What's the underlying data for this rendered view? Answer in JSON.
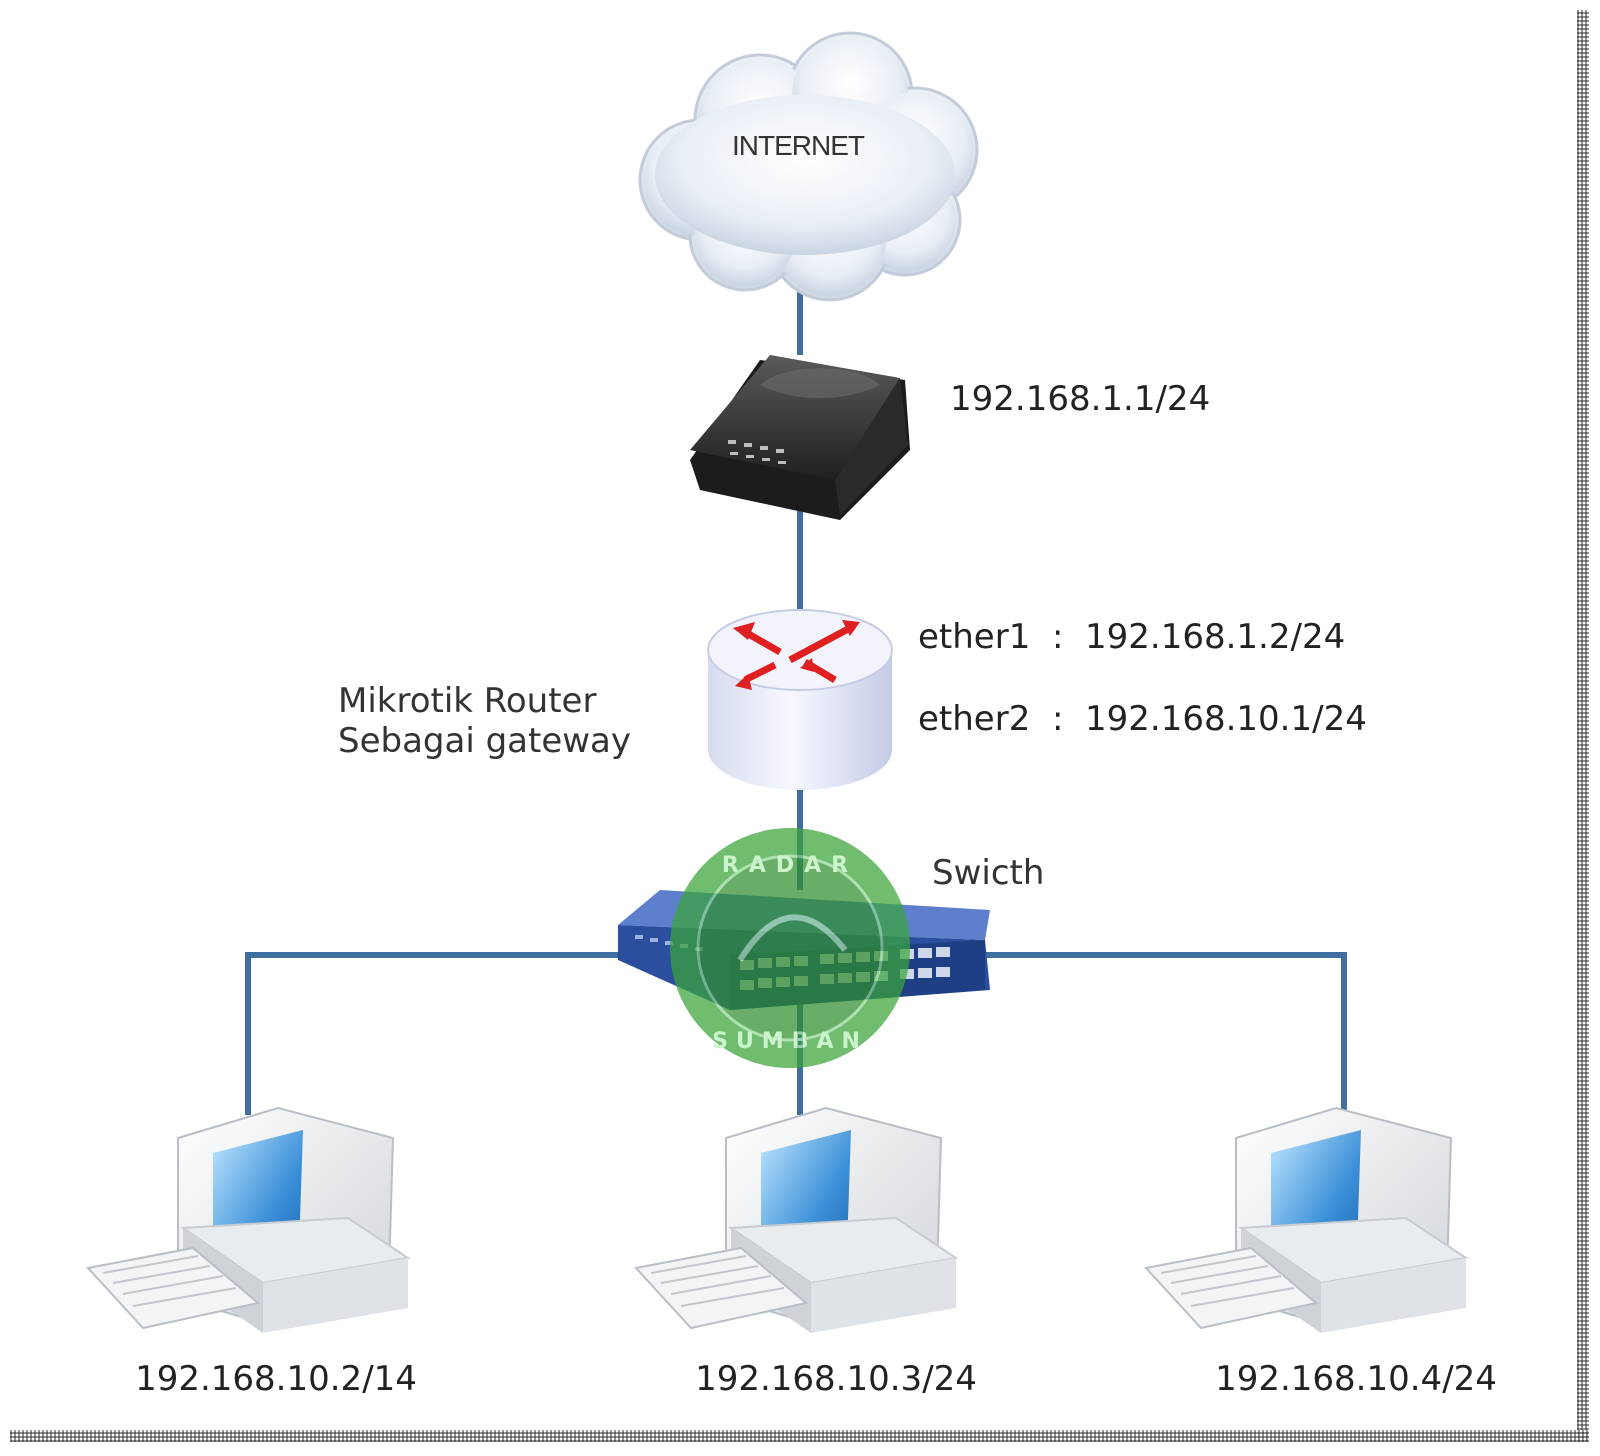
{
  "internet": {
    "label": "INTERNET"
  },
  "modem": {
    "ip": "192.168.1.1/24"
  },
  "router": {
    "name_line1": "Mikrotik Router",
    "name_line2": "Sebagai gateway",
    "ether1": "ether1  :  192.168.1.2/24",
    "ether2": "ether2  :  192.168.10.1/24"
  },
  "switch": {
    "label": "Swicth"
  },
  "clients": [
    {
      "ip": "192.168.10.2/14"
    },
    {
      "ip": "192.168.10.3/24"
    },
    {
      "ip": "192.168.10.4/24"
    }
  ],
  "watermark": {
    "text_top": "RADAR",
    "text_bottom": "SUMBAN"
  },
  "colors": {
    "link": "#3f6fa0",
    "switch": "#2e5aa8",
    "router_arrow": "#e02020",
    "cloud": "#e8eef5",
    "watermark": "#3aa53a"
  }
}
